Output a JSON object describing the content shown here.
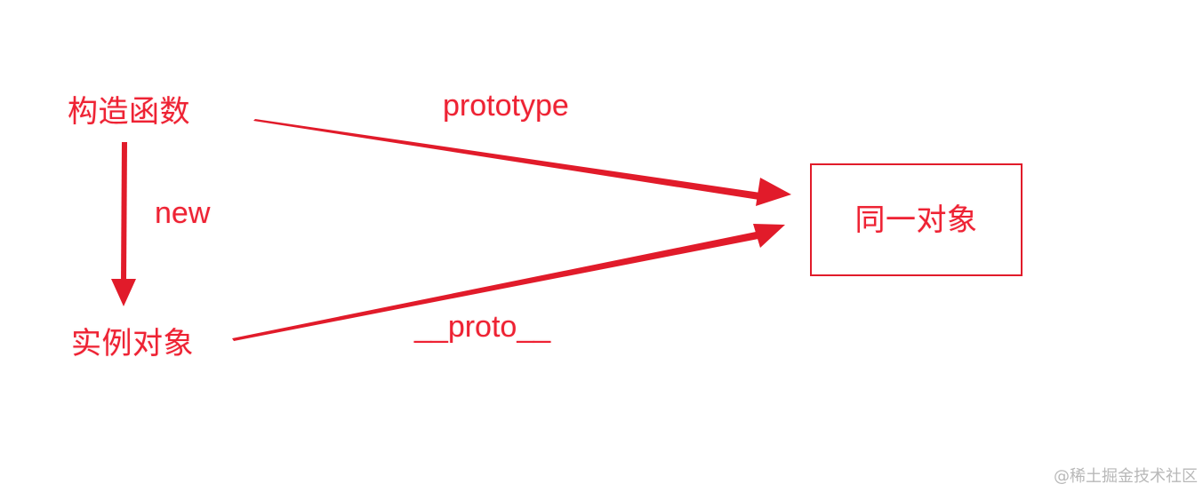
{
  "diagram": {
    "colors": {
      "accent": "#ee2233",
      "box_border": "#e11b2a",
      "watermark": "#b8b8b8"
    },
    "nodes": {
      "constructor": "构造函数",
      "instance": "实例对象",
      "shared_object": "同一对象"
    },
    "edges": {
      "prototype": "prototype",
      "new": "new",
      "proto": "__proto__"
    }
  },
  "watermark": "@稀土掘金技术社区"
}
